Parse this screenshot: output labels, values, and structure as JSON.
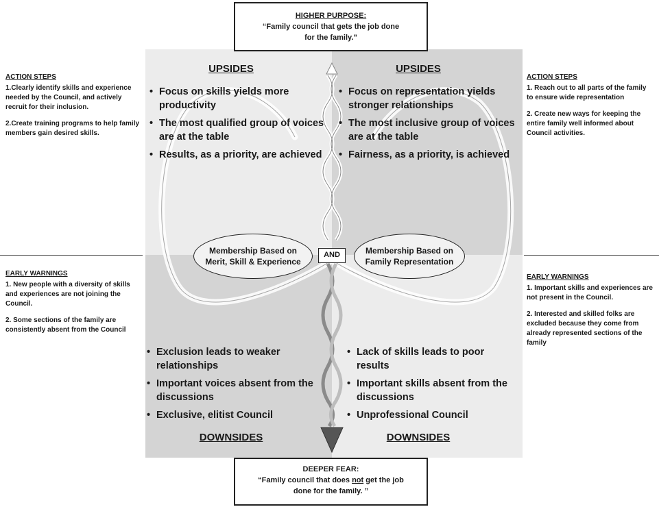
{
  "higher_purpose": {
    "title": "HIGHER PURPOSE:",
    "line1": "“Family council that gets the job done",
    "line2": "for the family.”"
  },
  "deeper_fear": {
    "title": "DEEPER FEAR:",
    "line1_pre": "“Family council that does ",
    "line1_not": "not",
    "line1_post": " get the job",
    "line2": "done for the family. ”"
  },
  "left_top": {
    "heading": "UPSIDES",
    "items": [
      "Focus on skills yields more productivity",
      "The most qualified group of voices are at the table",
      "Results, as a priority, are achieved"
    ]
  },
  "right_top": {
    "heading": "UPSIDES",
    "items": [
      "Focus on representation yields stronger relationships",
      "The most inclusive group of voices are at the table",
      "Fairness, as a priority, is achieved"
    ]
  },
  "left_bottom": {
    "heading": "DOWNSIDES",
    "items": [
      "Exclusion leads to weaker relationships",
      "Important voices absent from the discussions",
      "Exclusive, elitist Council"
    ]
  },
  "right_bottom": {
    "heading": "DOWNSIDES",
    "items": [
      "Lack of skills leads to poor results",
      "Important skills absent from the discussions",
      "Unprofessional Council"
    ]
  },
  "left_pole": {
    "line1": "Membership Based on",
    "line2": "Merit, Skill & Experience"
  },
  "right_pole": {
    "line1": "Membership Based on",
    "line2": "Family Representation"
  },
  "and_label": "AND",
  "left_action": {
    "title": "ACTION STEPS",
    "items": [
      "1.Clearly identify skills and experience needed by the Council, and actively recruit for their inclusion.",
      "2.Create training programs to help family members gain desired skills."
    ]
  },
  "right_action": {
    "title": "ACTION STEPS",
    "items": [
      "1. Reach out to all parts of the family to ensure wide representation",
      "2. Create new ways for keeping the entire family well informed about Council activities."
    ]
  },
  "left_warn": {
    "title": "EARLY WARNINGS",
    "items": [
      "1. New people with a diversity of skills and experiences are not joining the Council.",
      "2. Some sections of the family are consistently absent from the Council"
    ]
  },
  "right_warn": {
    "title": "EARLY WARNINGS",
    "items": [
      "1. Important skills and experiences are not present in the Council.",
      "2. Interested and skilled folks are excluded because they come from already represented sections of the family"
    ]
  },
  "colors": {
    "top_left_bg": "#ececec",
    "top_right_bg": "#d4d4d4",
    "bottom_left_bg": "#d4d4d4",
    "bottom_right_bg": "#ececec"
  }
}
